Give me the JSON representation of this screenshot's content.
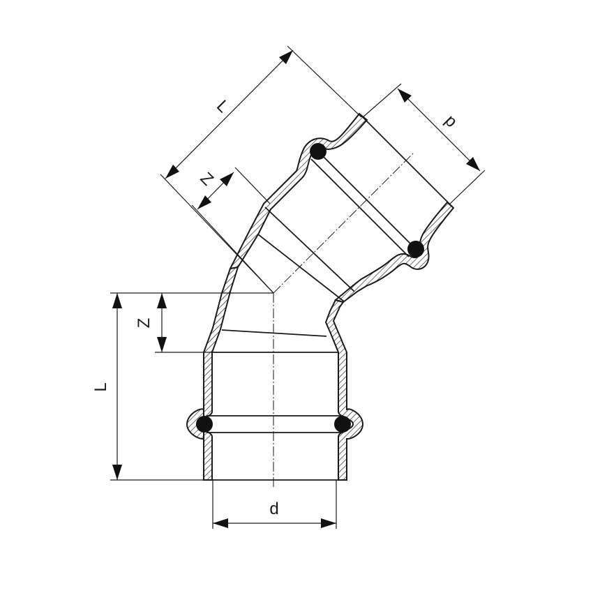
{
  "drawing": {
    "subject": "45° press-fit elbow, cross-section",
    "line_color": "#1a1a1a",
    "background": "#ffffff"
  },
  "dimensions": {
    "lower_length": {
      "label": "L"
    },
    "lower_z": {
      "label": "Z"
    },
    "lower_diameter": {
      "label": "d"
    },
    "upper_length": {
      "label": "L"
    },
    "upper_z": {
      "label": "Z"
    },
    "upper_diameter": {
      "label": "d"
    }
  }
}
